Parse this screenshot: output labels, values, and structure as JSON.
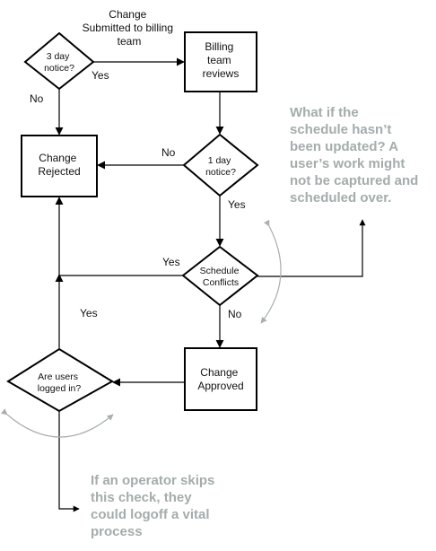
{
  "nodes": {
    "start_label": [
      "Change",
      "Submitted to billing",
      "team"
    ],
    "three_day_notice": [
      "3 day",
      "notice?"
    ],
    "billing_team_reviews": [
      "Billing",
      "team",
      "reviews"
    ],
    "change_rejected": [
      "Change",
      "Rejected"
    ],
    "one_day_notice": [
      "1 day",
      "notice?"
    ],
    "schedule_conflicts": [
      "Schedule",
      "Conflicts"
    ],
    "change_approved": [
      "Change",
      "Approved"
    ],
    "users_logged_in": [
      "Are users",
      "logged in?"
    ]
  },
  "edge_labels": {
    "three_day_yes": "Yes",
    "three_day_no": "No",
    "one_day_no": "No",
    "one_day_yes": "Yes",
    "conflicts_yes": "Yes",
    "conflicts_no": "No",
    "logged_in_yes": "Yes"
  },
  "annotations": {
    "schedule_note": [
      "What if the",
      "schedule hasn’t",
      "been updated? A",
      "user’s work might",
      "not be captured and",
      "scheduled over."
    ],
    "operator_note": [
      "If an operator skips",
      "this check, they",
      "could logoff a vital",
      "process"
    ]
  },
  "colors": {
    "annotation_text": "#a4acac",
    "annotation_arc": "#a9aeae",
    "shape_stroke": "#000000"
  }
}
